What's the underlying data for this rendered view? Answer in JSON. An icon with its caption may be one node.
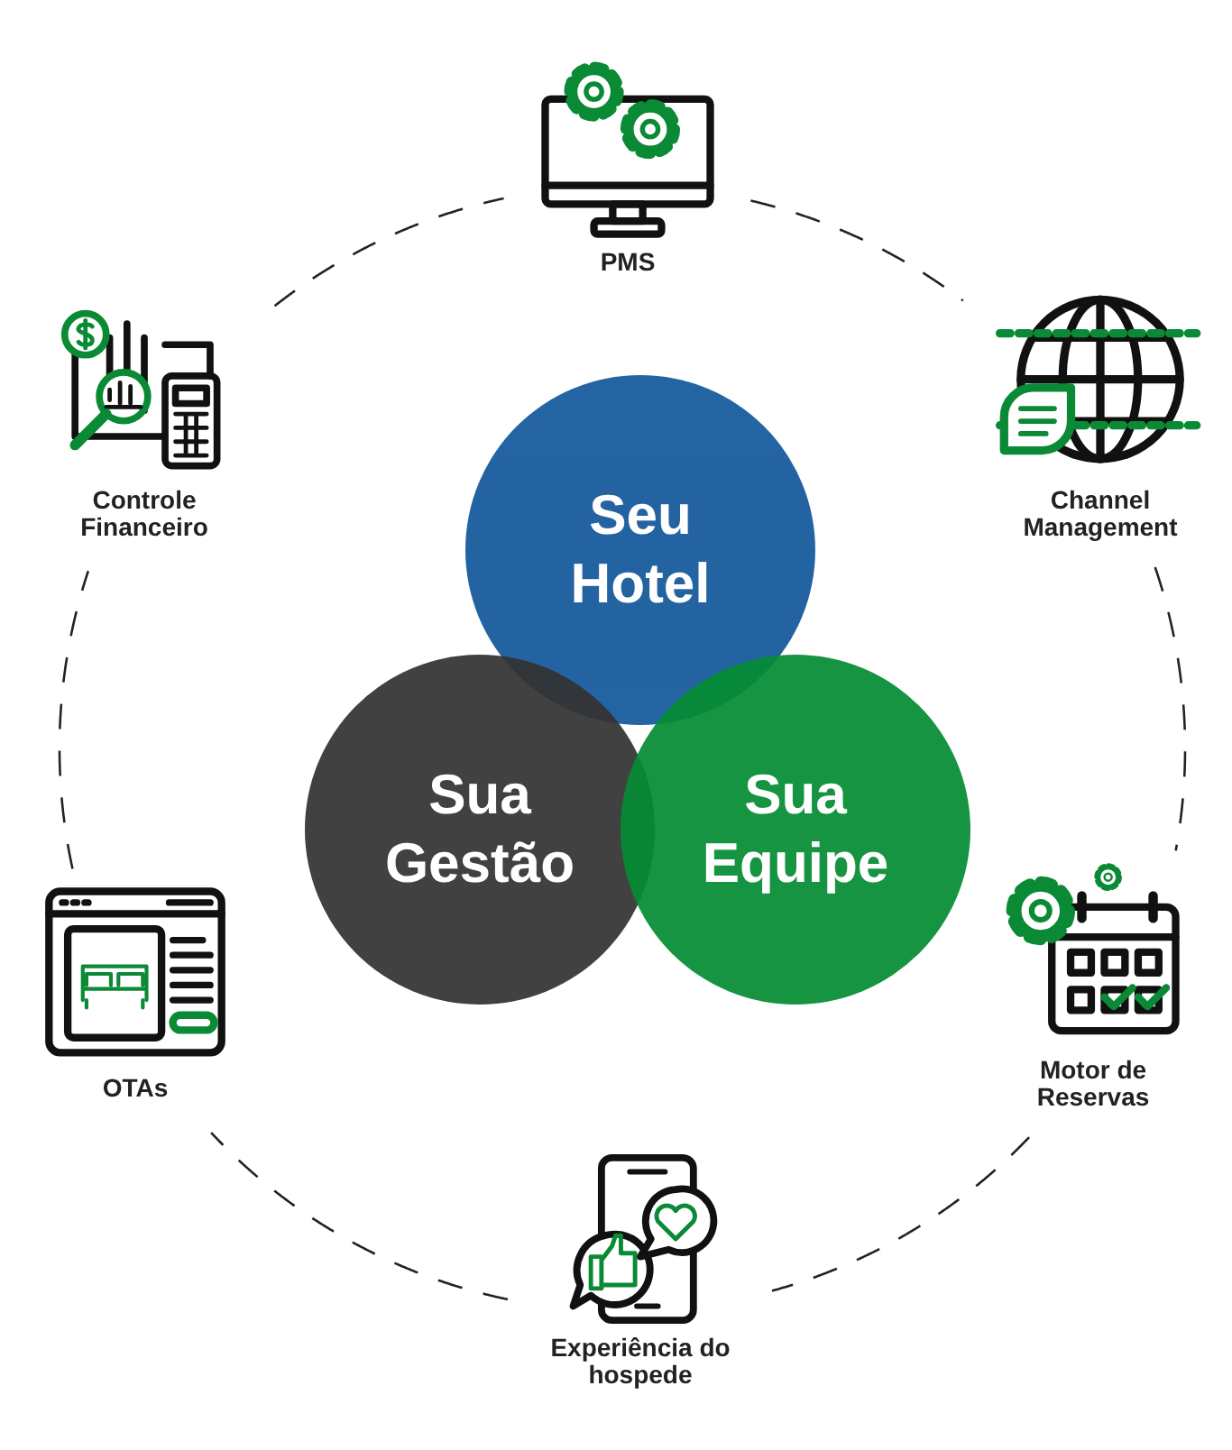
{
  "diagram": {
    "nodes": [
      {
        "text": [
          "PMS"
        ]
      },
      {
        "text": [
          "Controle Financeiro"
        ]
      },
      {
        "text": [
          "Channel Management"
        ]
      },
      {
        "text": [
          "Seu Hotel"
        ]
      },
      {
        "text": [
          "Sua Gestão"
        ]
      },
      {
        "text": [
          "Sua Equipe"
        ]
      },
      {
        "text": [
          "OTAs"
        ]
      },
      {
        "text": [
          "Motor de Reservas"
        ]
      },
      {
        "text": [
          "Experiência do hospede"
        ]
      }
    ],
    "edges": [
      {
        "from": 0,
        "to": 2,
        "arrow": "none",
        "style": "dashed"
      },
      {
        "from": 2,
        "to": 7,
        "arrow": "none",
        "style": "dashed"
      },
      {
        "from": 7,
        "to": 8,
        "arrow": "none",
        "style": "dashed"
      },
      {
        "from": 8,
        "to": 6,
        "arrow": "none",
        "style": "dashed"
      },
      {
        "from": 6,
        "to": 1,
        "arrow": "none",
        "style": "dashed"
      },
      {
        "from": 1,
        "to": 0,
        "arrow": "none",
        "style": "dashed"
      }
    ]
  }
}
